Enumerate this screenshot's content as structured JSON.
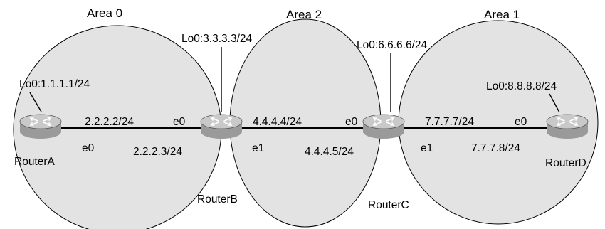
{
  "areas": {
    "area0": "Area 0",
    "area2": "Area 2",
    "area1": "Area 1"
  },
  "routers": {
    "a": {
      "name": "RouterA",
      "loopback": "Lo0:1.1.1.1/24",
      "e0": "e0",
      "e0_ip": "2.2.2.2/24"
    },
    "b": {
      "name": "RouterB",
      "loopback": "Lo0:3.3.3.3/24",
      "e0": "e0",
      "e0_ip": "2.2.2.3/24",
      "e1": "e1",
      "e1_ip": "4.4.4.4/24"
    },
    "c": {
      "name": "RouterC",
      "loopback": "Lo0:6.6.6.6/24",
      "e0": "e0",
      "e0_ip": "4.4.4.5/24",
      "e1": "e1",
      "e1_ip": "7.7.7.7/24"
    },
    "d": {
      "name": "RouterD",
      "loopback": "Lo0:8.8.8.8/24",
      "e0": "e0",
      "e0_ip": "7.7.7.8/24"
    }
  },
  "colors": {
    "area_fill": "#e3e3e3",
    "router_body": "#9a9a9a",
    "router_top": "#c9c9c9"
  }
}
